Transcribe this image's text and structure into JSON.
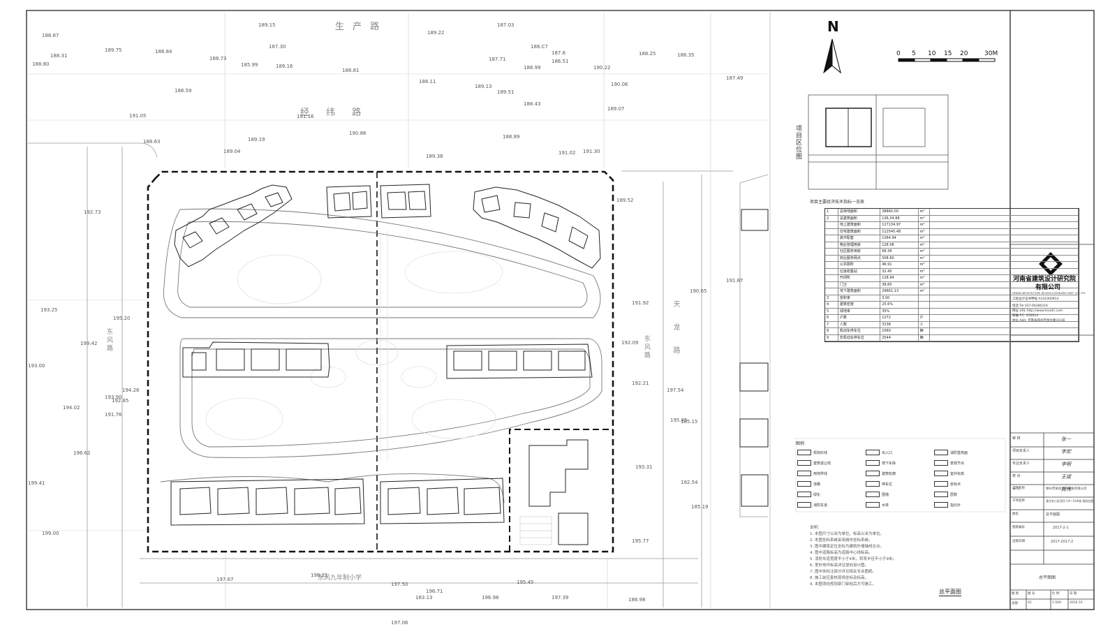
{
  "north": {
    "letter": "N"
  },
  "scale_bar": {
    "ticks": [
      "0",
      "5",
      "10",
      "15",
      "20",
      "30M"
    ]
  },
  "location_map": {
    "label": "项目区位图"
  },
  "table": {
    "title": "项目主要经济技术指标一览表",
    "rows": [
      [
        "1",
        "总用地面积",
        "38860.00",
        "m²",
        ""
      ],
      [
        "2",
        "总建筑面积",
        "136,34.88",
        "m²",
        ""
      ],
      [
        "",
        "地上建筑面积",
        "117134.97",
        "m²",
        ""
      ],
      [
        "",
        "住宅建筑面积",
        "112545.48",
        "m²",
        ""
      ],
      [
        "",
        "其中配套",
        "1264.94",
        "m²",
        ""
      ],
      [
        "",
        "物业管理用房",
        "128.08",
        "m²",
        ""
      ],
      [
        "",
        "社区服务用房",
        "68.38",
        "m²",
        ""
      ],
      [
        "",
        "商业服务网点",
        "508.60",
        "m²",
        ""
      ],
      [
        "",
        "公共厕所",
        "46.91",
        "m²",
        ""
      ],
      [
        "",
        "垃圾收集站",
        "32.40",
        "m²",
        ""
      ],
      [
        "",
        "开闭所",
        "128.94",
        "m²",
        ""
      ],
      [
        "",
        "门卫",
        "38.60",
        "m²",
        ""
      ],
      [
        "",
        "地下建筑面积",
        "29661.13",
        "m²",
        ""
      ],
      [
        "3",
        "容积率",
        "3.00",
        "",
        ""
      ],
      [
        "4",
        "建筑密度",
        "25.6%",
        "",
        ""
      ],
      [
        "5",
        "绿地率",
        "35%",
        "",
        ""
      ],
      [
        "6",
        "户数",
        "1272",
        "户",
        ""
      ],
      [
        "7",
        "人数",
        "3138",
        "人",
        ""
      ],
      [
        "8",
        "机动车停车位",
        "1060",
        "辆",
        ""
      ],
      [
        "9",
        "非机动车停车位",
        "2544",
        "辆",
        ""
      ]
    ]
  },
  "legend": {
    "title": "图例",
    "items": [
      "规划红线",
      "建筑退让线",
      "用地界线",
      "道路",
      "绿化",
      "消防车道",
      "出入口",
      "地下车库",
      "建筑轮廓",
      "停车位",
      "围墙",
      "水体",
      "消防登高面",
      "景观节点",
      "室外标高",
      "坐标点",
      "层数",
      "指北针"
    ]
  },
  "notes": {
    "title": "说明：",
    "lines": [
      "1. 本图尺寸以米为单位，标高以米为单位。",
      "2. 本图坐标系统采用城市坐标系统。",
      "3. 图中建筑定位坐标为建筑外墙轴线交点。",
      "4. 图中道路标高为道路中心线标高。",
      "5. 消防车道宽度不小于4米，转弯半径不小于9米。",
      "6. 室外地坪标高详见竖向设计图。",
      "7. 图中未标注部分详见相关专业图纸。",
      "8. 施工前应复核现场坐标及标高。",
      "9. 本图须经规划部门审批后方可施工。"
    ]
  },
  "drawing_name_label": "总平面图",
  "firm": {
    "name_cn": "河南省建筑设计研究院",
    "name_cn2": "有限公司",
    "name_en": "HENAN ARCHITECTURE DESIGN & RESEARCH INST. CO., LTD",
    "license": "工程设计证书甲级  A141000914",
    "phone_label": "电话 Tel",
    "phone": "037-66280216",
    "web_label": "网址 URL",
    "web": "http://www.hnadri.com",
    "zip_label": "邮编 P.C.",
    "zip": "450014",
    "addr_label": "地址 Add.",
    "addr": "河南省郑州市金水路103号"
  },
  "title_block": {
    "roles": [
      [
        "审 核",
        "张一"
      ],
      [
        "项目负责人",
        "李宏"
      ],
      [
        "专业负责人",
        "李明"
      ],
      [
        "校 对",
        "王斌"
      ],
      [
        "设 计",
        "周伟"
      ]
    ],
    "project_label": "工程名称",
    "project": "郑州市某房地产开发有限公司",
    "sub_label": "子项名称",
    "sub": "某住宅小区项目 1#~16#楼 规划总图",
    "drawing_label": "图名",
    "drawing": "总平面图",
    "number_label": "图纸编号",
    "number": "2017-2-1",
    "date_label": "出图日期",
    "date": "2017-2017-2",
    "footer": [
      [
        "图 别",
        "总图"
      ],
      [
        "图 号",
        "01"
      ],
      [
        "比 例",
        "1:500"
      ],
      [
        "日 期",
        "2016.10"
      ]
    ]
  },
  "roads": [
    "生 产 路",
    "经 纬 路",
    "东 风 路",
    "东 风 路",
    "天 龙 路",
    "东风九年制小学"
  ],
  "elevations": [
    "188.67",
    "188.31",
    "188.80",
    "189.75",
    "188.84",
    "188.73",
    "187.30",
    "185.99",
    "189.16",
    "187.71",
    "188.81",
    "188.11",
    "187.03",
    "188.C7",
    "187.6",
    "186.51",
    "188.99",
    "190.22",
    "188.25",
    "188.35",
    "187.49",
    "190.06",
    "189.51",
    "189.13",
    "189.22",
    "189.15",
    "188.43",
    "189.07",
    "188.59",
    "191.05",
    "191.16",
    "188.63",
    "189.19",
    "189.04",
    "190.86",
    "188.89",
    "191.02",
    "191.30",
    "189.38",
    "192.73",
    "193.00",
    "193.25",
    "195.20",
    "193.90",
    "194.02",
    "194.26",
    "191.76",
    "196.62",
    "199.41",
    "192.85",
    "192.21",
    "193.31",
    "195.45",
    "196.98",
    "197.50",
    "197.39",
    "197.06",
    "198.21",
    "196.71",
    "197.67",
    "199.00",
    "197.54",
    "195.77",
    "189.52",
    "190.65",
    "191.87",
    "191.92",
    "192.09",
    "192.54",
    "195.85",
    "199.42",
    "185.15",
    "185.19",
    "183.13",
    "186.98"
  ]
}
